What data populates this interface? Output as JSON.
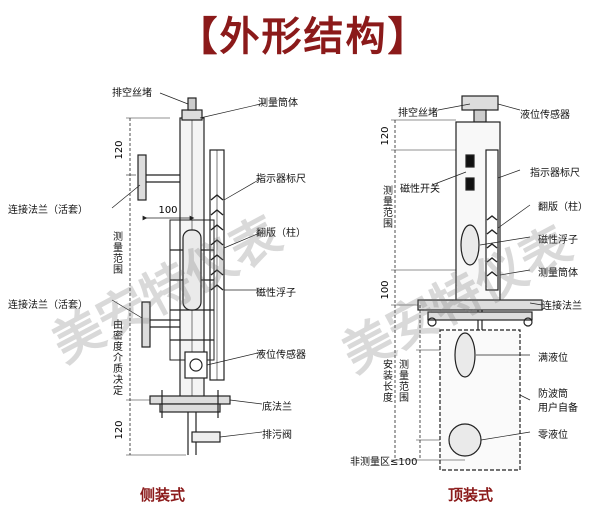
{
  "title": "【外形结构】",
  "side": {
    "caption": "侧装式",
    "labels": {
      "vent_plug": "排空丝堵",
      "measuring_tube": "测量筒体",
      "indicator_scale": "指示器标尺",
      "flap": "翻版（柱）",
      "magnetic_float": "磁性浮子",
      "level_sensor": "液位传感器",
      "bottom_flange": "底法兰",
      "drain_valve": "排污阀",
      "flange_top": "连接法兰（活套）",
      "flange_bottom": "连接法兰（活套）",
      "measure_range": "测量范围",
      "medium_density": "由密度介质决定"
    },
    "dims": {
      "top": "120",
      "width": "100",
      "bottom": "120"
    }
  },
  "top": {
    "caption": "顶装式",
    "labels": {
      "vent_plug": "排空丝堵",
      "level_sensor": "液位传感器",
      "magnetic_switch": "磁性开关",
      "indicator_scale": "指示器标尺",
      "flap": "翻版（柱）",
      "magnetic_float": "磁性浮子",
      "measuring_tube": "测量筒体",
      "connect_flange": "连接法兰",
      "full_level": "满液位",
      "wave_tube": "防波筒",
      "user_supplied": "用户自备",
      "zero_level": "零液位",
      "non_measure": "非测量区≤100",
      "measure_range_upper": "测量范围",
      "measure_range_lower": "测量范围",
      "install_length": "安装长度"
    },
    "dims": {
      "top": "120",
      "mid": "100"
    }
  },
  "watermark": "美安特仪表",
  "colors": {
    "title": "#8b1a1a",
    "line": "#222222"
  }
}
